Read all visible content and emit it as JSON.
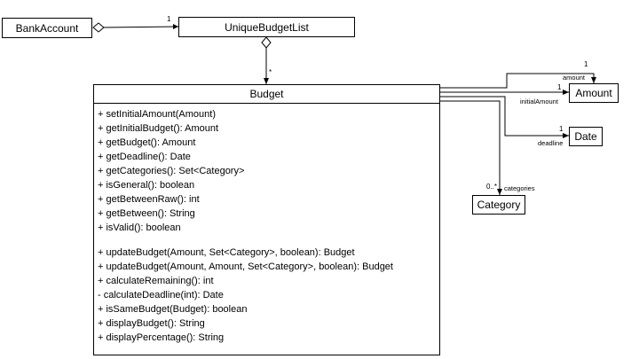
{
  "classes": {
    "bank_account": "BankAccount",
    "unique_budget_list": "UniqueBudgetList",
    "budget": "Budget",
    "amount": "Amount",
    "date": "Date",
    "category": "Category"
  },
  "budget_methods_group1": [
    "+ setInitialAmount(Amount)",
    "+ getInitialBudget(): Amount",
    "+ getBudget(): Amount",
    "+ getDeadline(): Date",
    "+ getCategories(): Set<Category>",
    "+ isGeneral(): boolean",
    "+ getBetweenRaw(): int",
    "+ getBetween(): String",
    "+ isValid(): boolean"
  ],
  "budget_methods_group2": [
    "+ updateBudget(Amount, Set<Category>, boolean): Budget",
    "+ updateBudget(Amount, Amount, Set<Category>, boolean): Budget",
    "+ calculateRemaining(): int",
    "- calculateDeadline(int): Date",
    "+ isSameBudget(Budget): boolean",
    "+ displayBudget(): String",
    "+ displayPercentage(): String"
  ],
  "associations": {
    "bank_to_list_mult": "1",
    "list_to_budget_mult": "*",
    "amount_role": "amount",
    "amount_mult": "1",
    "initial_amount_role": "initialAmount",
    "initial_amount_mult": "1",
    "deadline_role": "deadline",
    "deadline_mult": "1",
    "categories_role": "categories",
    "categories_mult": "0..*"
  }
}
